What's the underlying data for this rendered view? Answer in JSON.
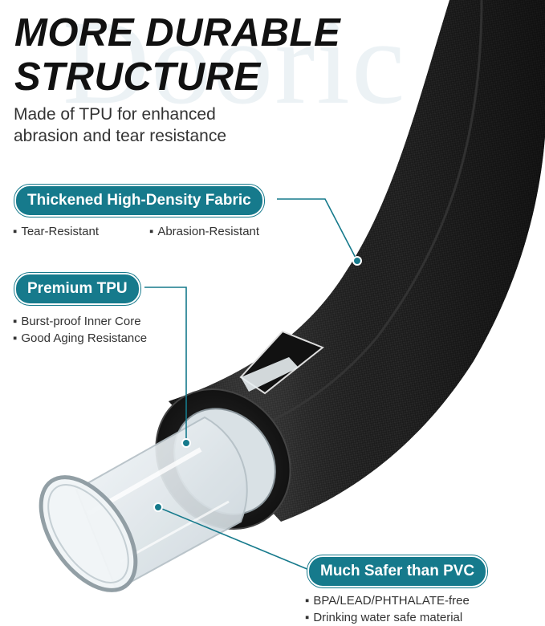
{
  "watermark": "Dooric",
  "headline": {
    "line1": "MORE DURABLE",
    "line2": "STRUCTURE"
  },
  "subtitle": {
    "line1": "Made of TPU for enhanced",
    "line2": "abrasion and tear resistance"
  },
  "bullet_marker": "▪",
  "callouts": [
    {
      "title": "Thickened High-Density Fabric",
      "bullets": [
        "Tear-Resistant",
        "Abrasion-Resistant"
      ]
    },
    {
      "title": "Premium TPU",
      "bullets": [
        "Burst-proof Inner Core",
        "Good Aging Resistance"
      ]
    },
    {
      "title": "Much Safer than PVC",
      "bullets": [
        "BPA/LEAD/PHTHALATE-free",
        "Drinking water safe material"
      ]
    }
  ],
  "colors": {
    "accent": "#167a8c",
    "hose_fabric": "#1c1c1c",
    "headline": "#111111",
    "body_text": "#333333",
    "watermark": "#dde8ee"
  }
}
